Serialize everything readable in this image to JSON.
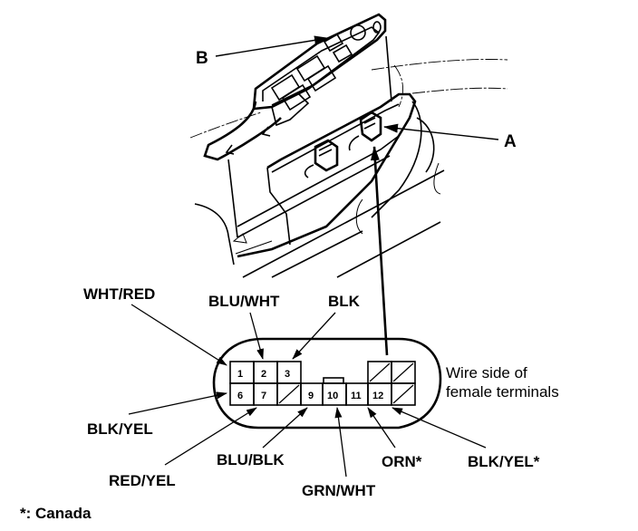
{
  "diagram": {
    "title": "Power window master switch connector",
    "callouts": {
      "a": "A",
      "b": "B"
    },
    "connector_note": [
      "Wire side of",
      "female terminals"
    ],
    "footnote": "*: Canada",
    "terminals": {
      "top_row": [
        "1",
        "2",
        "3"
      ],
      "bottom_row": [
        "6",
        "7",
        "9",
        "10",
        "11",
        "12"
      ]
    },
    "wire_labels": {
      "t1": "WHT/RED",
      "t2": "BLU/WHT",
      "t3": "BLK",
      "t6": "BLK/YEL",
      "t7": "RED/YEL",
      "t9": "BLU/BLK",
      "t10": "GRN/WHT",
      "t11": "ORN*",
      "t12": "BLK/YEL*"
    },
    "colors": {
      "ink": "#000000",
      "paper": "#ffffff"
    }
  }
}
